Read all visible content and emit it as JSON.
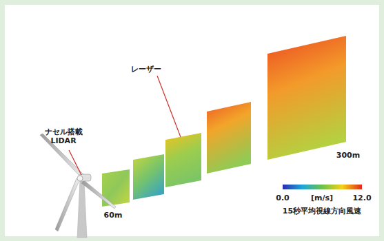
{
  "diagram": {
    "labels": [
      "レーザー",
      "ナセル搭載 LIDAR",
      "60m",
      "300m",
      "0.0",
      "[m/s]",
      "12.0",
      "15秒平均視線方向風速"
    ]
  }
}
